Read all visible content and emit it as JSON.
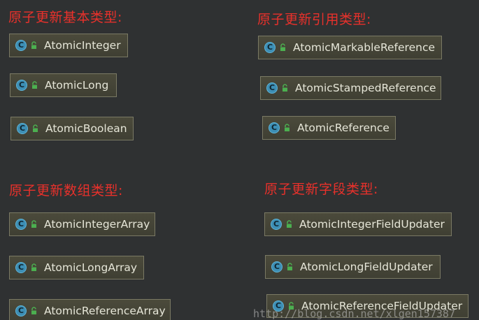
{
  "groups": {
    "basic": {
      "title": "原子更新基本类型:",
      "items": [
        "AtomicInteger",
        "AtomicLong",
        "AtomicBoolean"
      ]
    },
    "reference": {
      "title": "原子更新引用类型:",
      "items": [
        "AtomicMarkableReference",
        "AtomicStampedReference",
        "AtomicReference"
      ]
    },
    "array": {
      "title": "原子更新数组类型:",
      "items": [
        "AtomicIntegerArray",
        "AtomicLongArray",
        "AtomicReferenceArray"
      ]
    },
    "field": {
      "title": "原子更新字段类型:",
      "items": [
        "AtomicIntegerFieldUpdater",
        "AtomicLongFieldUpdater",
        "AtomicReferenceFieldUpdater"
      ]
    }
  },
  "icons": {
    "class": "class-c-icon",
    "access": "unlocked-lock-icon",
    "class_letter": "C"
  },
  "colors": {
    "background": "#2f3132",
    "heading": "#e8312b",
    "box_fill": "#45443a",
    "box_border": "#7a7964",
    "class_icon": "#3d8fb5",
    "lock_icon": "#4caf50",
    "text": "#e6e6d8"
  },
  "watermark": "http://blog.csdn.net/xlgen157387"
}
